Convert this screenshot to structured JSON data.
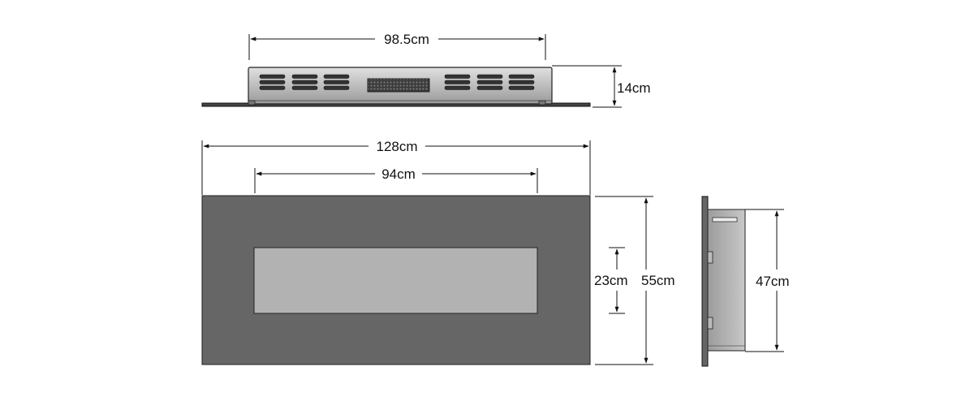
{
  "dimensions": {
    "top_width": "98.5cm",
    "top_depth": "14cm",
    "overall_width": "128cm",
    "glass_width": "94cm",
    "glass_height": "23cm",
    "overall_height": "55cm",
    "body_height": "47cm"
  },
  "colors": {
    "frame": "#666666",
    "glass": "#b2b2b2",
    "body": "#aaaaaa",
    "body_light": "#d5d5d5",
    "line": "#111111"
  }
}
